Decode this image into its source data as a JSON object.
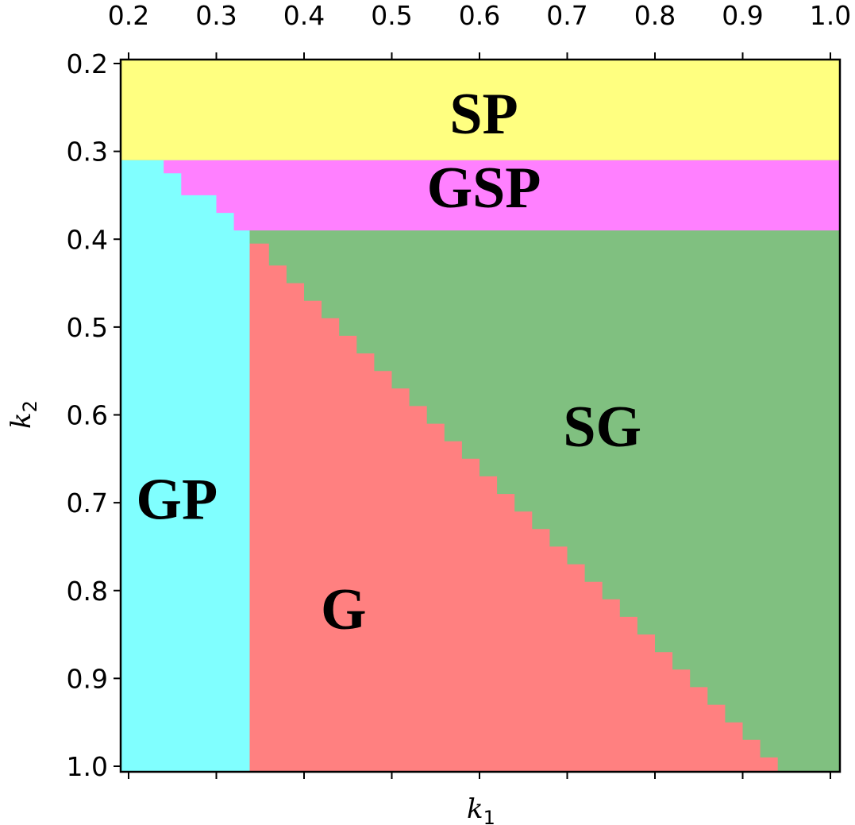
{
  "chart_data": {
    "type": "heatmap",
    "title": "",
    "xlabel": "k",
    "xlabel_subscript": "1",
    "ylabel": "k",
    "ylabel_subscript": "2",
    "xlim": [
      0.2,
      1.0
    ],
    "ylim": [
      0.2,
      1.0
    ],
    "y_inverted": true,
    "x_ticks_position": "top",
    "x_tick_labels": [
      "0.2",
      "0.3",
      "0.4",
      "0.5",
      "0.6",
      "0.7",
      "0.8",
      "0.9",
      "1.0"
    ],
    "y_tick_labels": [
      "0.2",
      "0.3",
      "0.4",
      "0.5",
      "0.6",
      "0.7",
      "0.8",
      "0.9",
      "1.0"
    ],
    "grid": false,
    "regions": [
      {
        "label": "SP",
        "color": "#ffff80",
        "label_at": [
          0.605,
          0.256
        ]
      },
      {
        "label": "GSP",
        "color": "#ff80ff",
        "label_at": [
          0.605,
          0.34
        ]
      },
      {
        "label": "GP",
        "color": "#80ffff",
        "label_at": [
          0.255,
          0.695
        ]
      },
      {
        "label": "G",
        "color": "#ff8080",
        "label_at": [
          0.445,
          0.82
        ]
      },
      {
        "label": "SG",
        "color": "#80c080",
        "label_at": [
          0.74,
          0.612
        ]
      }
    ],
    "boundaries": {
      "SP_upper_limit_k2": 0.31,
      "GSP_lower_limit_k2": 0.39,
      "GP_G_k1": 0.338,
      "GSP_left_edge": [
        [
          0.24,
          0.31
        ],
        [
          0.24,
          0.325
        ],
        [
          0.26,
          0.325
        ],
        [
          0.26,
          0.35
        ],
        [
          0.3,
          0.35
        ],
        [
          0.3,
          0.37
        ],
        [
          0.32,
          0.37
        ],
        [
          0.32,
          0.39
        ]
      ],
      "G_SG_edge": [
        [
          0.338,
          0.405
        ],
        [
          0.36,
          0.405
        ],
        [
          0.36,
          0.43
        ],
        [
          0.38,
          0.43
        ],
        [
          0.38,
          0.45
        ],
        [
          0.4,
          0.45
        ],
        [
          0.4,
          0.47
        ],
        [
          0.42,
          0.47
        ],
        [
          0.42,
          0.49
        ],
        [
          0.44,
          0.49
        ],
        [
          0.44,
          0.51
        ],
        [
          0.46,
          0.51
        ],
        [
          0.46,
          0.53
        ],
        [
          0.48,
          0.53
        ],
        [
          0.48,
          0.55
        ],
        [
          0.5,
          0.55
        ],
        [
          0.5,
          0.57
        ],
        [
          0.52,
          0.57
        ],
        [
          0.52,
          0.59
        ],
        [
          0.54,
          0.59
        ],
        [
          0.54,
          0.61
        ],
        [
          0.56,
          0.61
        ],
        [
          0.56,
          0.63
        ],
        [
          0.58,
          0.63
        ],
        [
          0.58,
          0.65
        ],
        [
          0.6,
          0.65
        ],
        [
          0.6,
          0.67
        ],
        [
          0.62,
          0.67
        ],
        [
          0.62,
          0.69
        ],
        [
          0.64,
          0.69
        ],
        [
          0.64,
          0.71
        ],
        [
          0.66,
          0.71
        ],
        [
          0.66,
          0.73
        ],
        [
          0.68,
          0.73
        ],
        [
          0.68,
          0.75
        ],
        [
          0.7,
          0.75
        ],
        [
          0.7,
          0.77
        ],
        [
          0.72,
          0.77
        ],
        [
          0.72,
          0.79
        ],
        [
          0.74,
          0.79
        ],
        [
          0.74,
          0.81
        ],
        [
          0.76,
          0.81
        ],
        [
          0.76,
          0.83
        ],
        [
          0.78,
          0.83
        ],
        [
          0.78,
          0.85
        ],
        [
          0.8,
          0.85
        ],
        [
          0.8,
          0.87
        ],
        [
          0.82,
          0.87
        ],
        [
          0.82,
          0.89
        ],
        [
          0.84,
          0.89
        ],
        [
          0.84,
          0.91
        ],
        [
          0.86,
          0.91
        ],
        [
          0.86,
          0.93
        ],
        [
          0.88,
          0.93
        ],
        [
          0.88,
          0.95
        ],
        [
          0.9,
          0.95
        ],
        [
          0.9,
          0.97
        ],
        [
          0.92,
          0.97
        ],
        [
          0.92,
          0.99
        ],
        [
          0.94,
          0.99
        ],
        [
          0.94,
          1.0
        ]
      ]
    }
  }
}
